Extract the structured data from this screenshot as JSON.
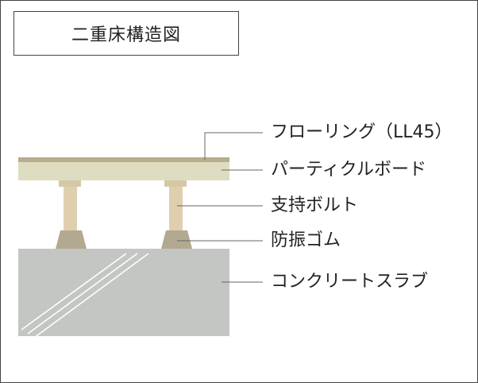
{
  "title": "二重床構造図",
  "labels": {
    "flooring": "フローリング（LL45）",
    "particleboard": "パーティクルボード",
    "support_bolt": "支持ボルト",
    "rubber": "防振ゴム",
    "slab": "コンクリートスラブ"
  },
  "colors": {
    "flooring": "#b8ad8c",
    "board": "#dedcc1",
    "bolt": "#e0cfaf",
    "rubber": "#b3a990",
    "slab": "#c3c6c3",
    "leader": "#666666"
  }
}
